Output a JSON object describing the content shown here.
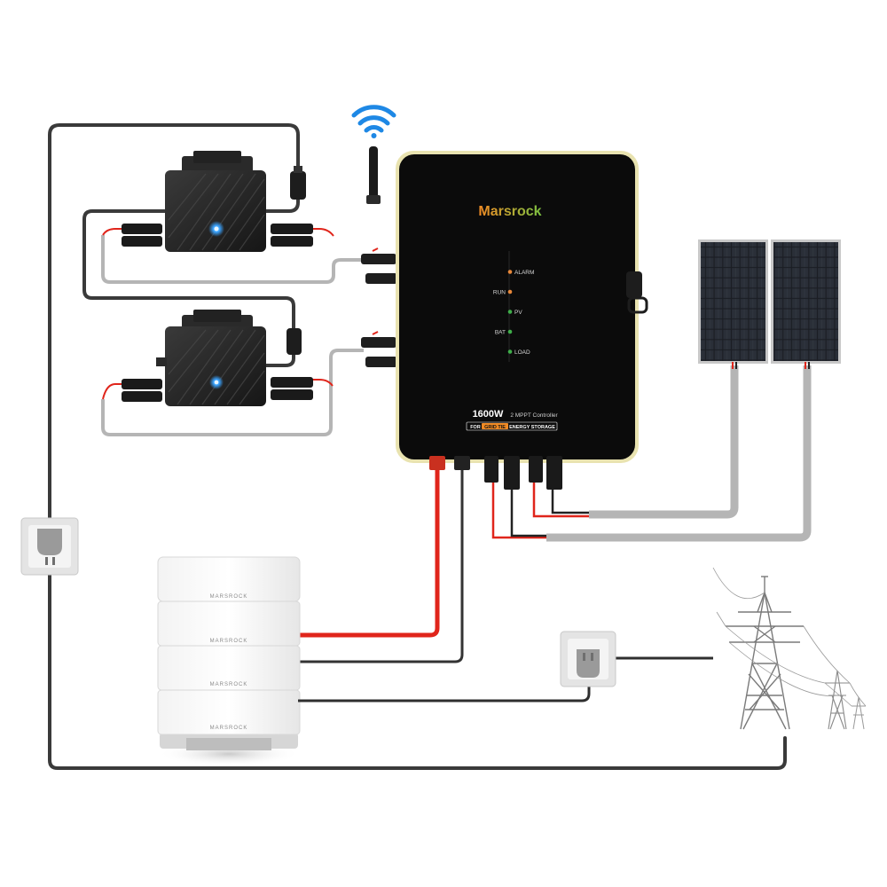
{
  "controller": {
    "brand": "Marsrock",
    "power": "1600W",
    "mppt": "2 MPPT Controller",
    "badge_prefix": "FOR",
    "badge_highlight": "GRID TIE",
    "badge_suffix": "ENERGY STORAGE",
    "indicators": [
      {
        "label": "ALARM",
        "side": "right",
        "color": "#e8883a"
      },
      {
        "label": "RUN",
        "side": "left",
        "color": "#e8883a"
      },
      {
        "label": "PV",
        "side": "right",
        "color": "#3fae4a"
      },
      {
        "label": "BAT",
        "side": "left",
        "color": "#3fae4a"
      },
      {
        "label": "LOAD",
        "side": "right",
        "color": "#3fae4a"
      }
    ]
  },
  "battery": {
    "module_label": "MARSROCK",
    "modules": 4
  },
  "colors": {
    "dc_positive": "#e0251b",
    "dc_negative": "#222222",
    "ac_cable": "#3a3a3a",
    "pv_cable": "#b5b5b5",
    "wifi": "#1e88e5",
    "controller_body": "#0b0b0b",
    "controller_trim": "#e9e3b0",
    "brand_gradient_start": "#f08a24",
    "brand_gradient_end": "#7cc242"
  },
  "icons": {
    "wifi": "wifi-icon",
    "socket": "power-socket-icon",
    "pylon": "transmission-tower-icon",
    "panel": "solar-panel-icon",
    "microinverter": "microinverter-icon"
  }
}
